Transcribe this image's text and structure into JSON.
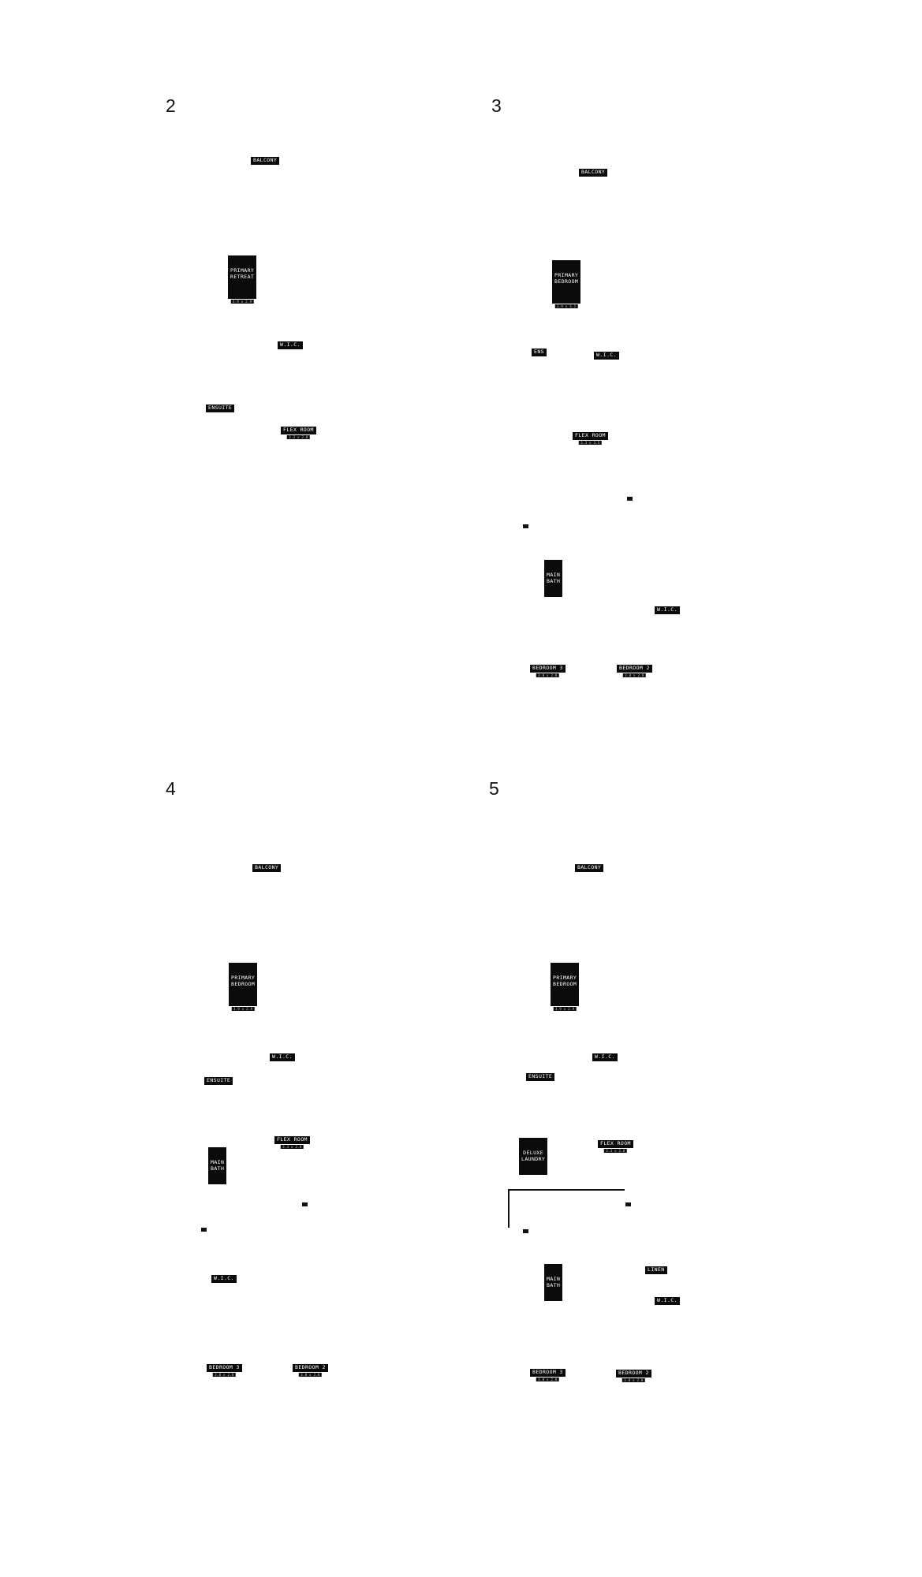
{
  "panels": [
    {
      "number": "2",
      "labels": [
        {
          "name": "BALCONY",
          "dims": ""
        },
        {
          "name": "PRIMARY\nRETREAT",
          "dims": "3.9 x 2.9"
        },
        {
          "name": "W.I.C.",
          "dims": ""
        },
        {
          "name": "ENSUITE",
          "dims": ""
        },
        {
          "name": "FLEX ROOM",
          "dims": "3.3 x 2.8"
        }
      ]
    },
    {
      "number": "3",
      "labels": [
        {
          "name": "BALCONY",
          "dims": ""
        },
        {
          "name": "PRIMARY\nBEDROOM",
          "dims": "3.9 x 3.1"
        },
        {
          "name": "ENS",
          "dims": ""
        },
        {
          "name": "W.I.C.",
          "dims": ""
        },
        {
          "name": "FLEX ROOM",
          "dims": "3.3 x 3.5"
        },
        {
          "name": "MAIN\nBATH",
          "dims": ""
        },
        {
          "name": "W.I.C.",
          "dims": ""
        },
        {
          "name": "BEDROOM 3",
          "dims": "3.0 x 2.8"
        },
        {
          "name": "BEDROOM 2",
          "dims": "3.0 x 2.8"
        }
      ]
    },
    {
      "number": "4",
      "labels": [
        {
          "name": "BALCONY",
          "dims": ""
        },
        {
          "name": "PRIMARY\nBEDROOM",
          "dims": "3.9 x 2.9"
        },
        {
          "name": "W.I.C.",
          "dims": ""
        },
        {
          "name": "ENSUITE",
          "dims": ""
        },
        {
          "name": "FLEX ROOM",
          "dims": "3.3 x 2.8"
        },
        {
          "name": "MAIN\nBATH",
          "dims": ""
        },
        {
          "name": "W.I.C.",
          "dims": ""
        },
        {
          "name": "BEDROOM 3",
          "dims": "3.0 x 2.8"
        },
        {
          "name": "BEDROOM 2",
          "dims": "3.0 x 2.8"
        }
      ]
    },
    {
      "number": "5",
      "labels": [
        {
          "name": "BALCONY",
          "dims": ""
        },
        {
          "name": "PRIMARY\nBEDROOM",
          "dims": "3.9 x 2.9"
        },
        {
          "name": "W.I.C.",
          "dims": ""
        },
        {
          "name": "ENSUITE",
          "dims": ""
        },
        {
          "name": "DELUXE\nLAUNDRY",
          "dims": ""
        },
        {
          "name": "FLEX ROOM",
          "dims": "3.3 x 2.8"
        },
        {
          "name": "MAIN\nBATH",
          "dims": ""
        },
        {
          "name": "LINEN",
          "dims": ""
        },
        {
          "name": "W.I.C.",
          "dims": ""
        },
        {
          "name": "BEDROOM 3",
          "dims": "3.0 x 2.8"
        },
        {
          "name": "BEDROOM 2",
          "dims": "3.0 x 2.8"
        }
      ]
    }
  ]
}
